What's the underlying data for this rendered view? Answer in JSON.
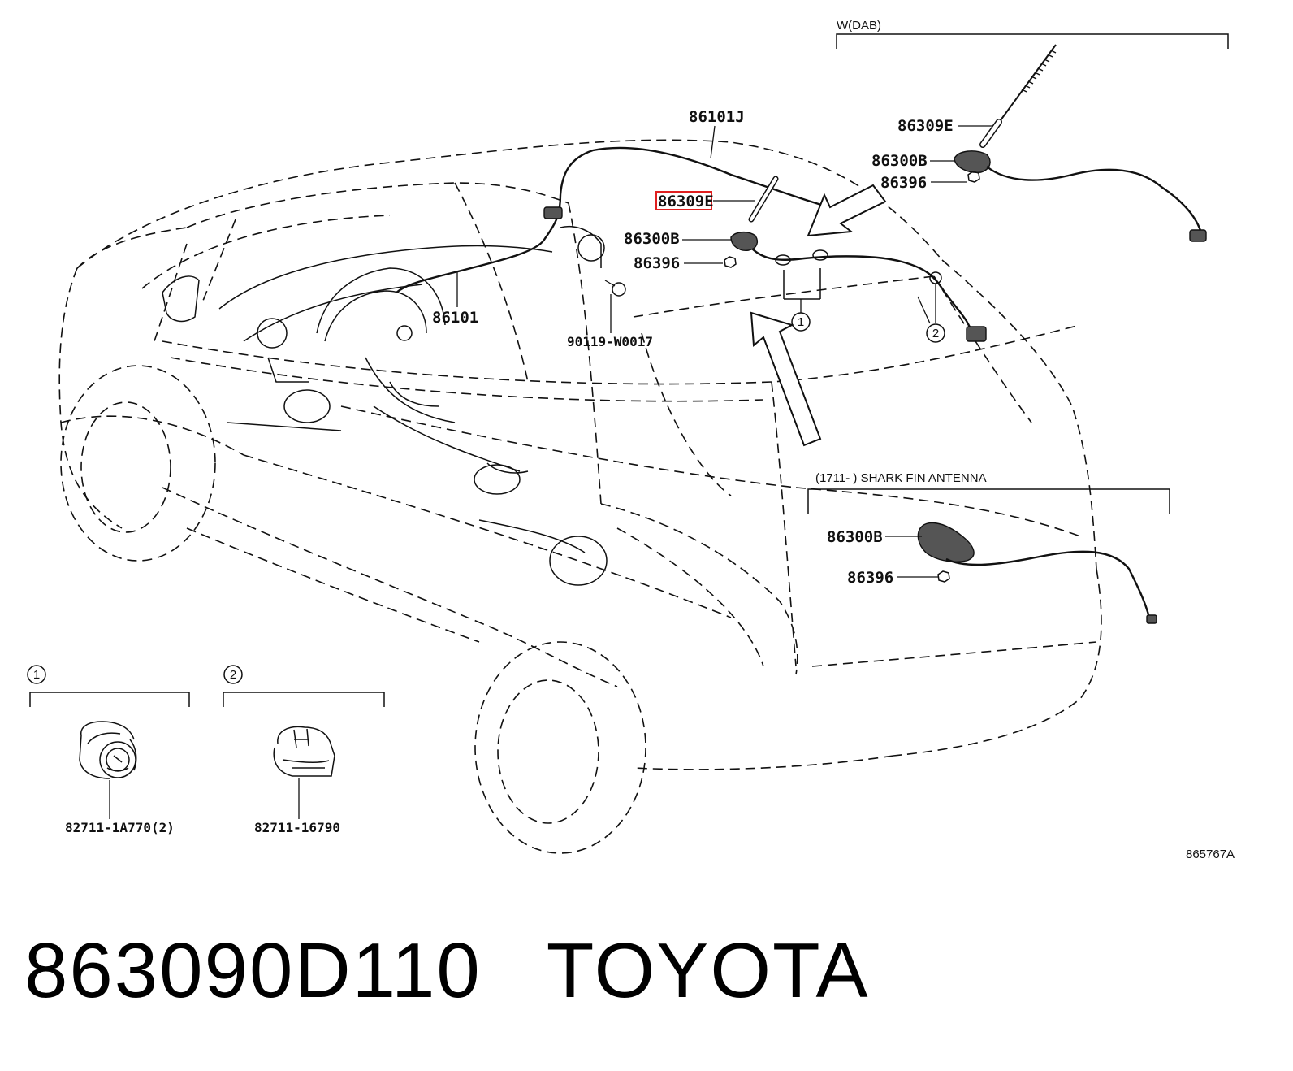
{
  "labels": {
    "group_dab": "W(DAB)",
    "group_shark": "(1711-    ) SHARK FIN ANTENNA",
    "p_86101J": "86101J",
    "p_86309E_dab": "86309E",
    "p_86300B_dab": "86300B",
    "p_86396_dab": "86396",
    "p_86309E_main": "86309E",
    "p_86300B_main": "86300B",
    "p_86396_main": "86396",
    "p_86101": "86101",
    "p_90119": "90119-W0017",
    "p_86300B_shark": "86300B",
    "p_86396_shark": "86396",
    "p_clamp1": "82711-1A770(2)",
    "p_clamp2": "82711-16790",
    "callout_1": "1",
    "callout_2": "2",
    "inset_1": "1",
    "inset_2": "2",
    "illustration_code": "865767A"
  },
  "highlight_color": "#e02020",
  "footer": {
    "part_number": "863090D110",
    "brand": "TOYOTA"
  }
}
